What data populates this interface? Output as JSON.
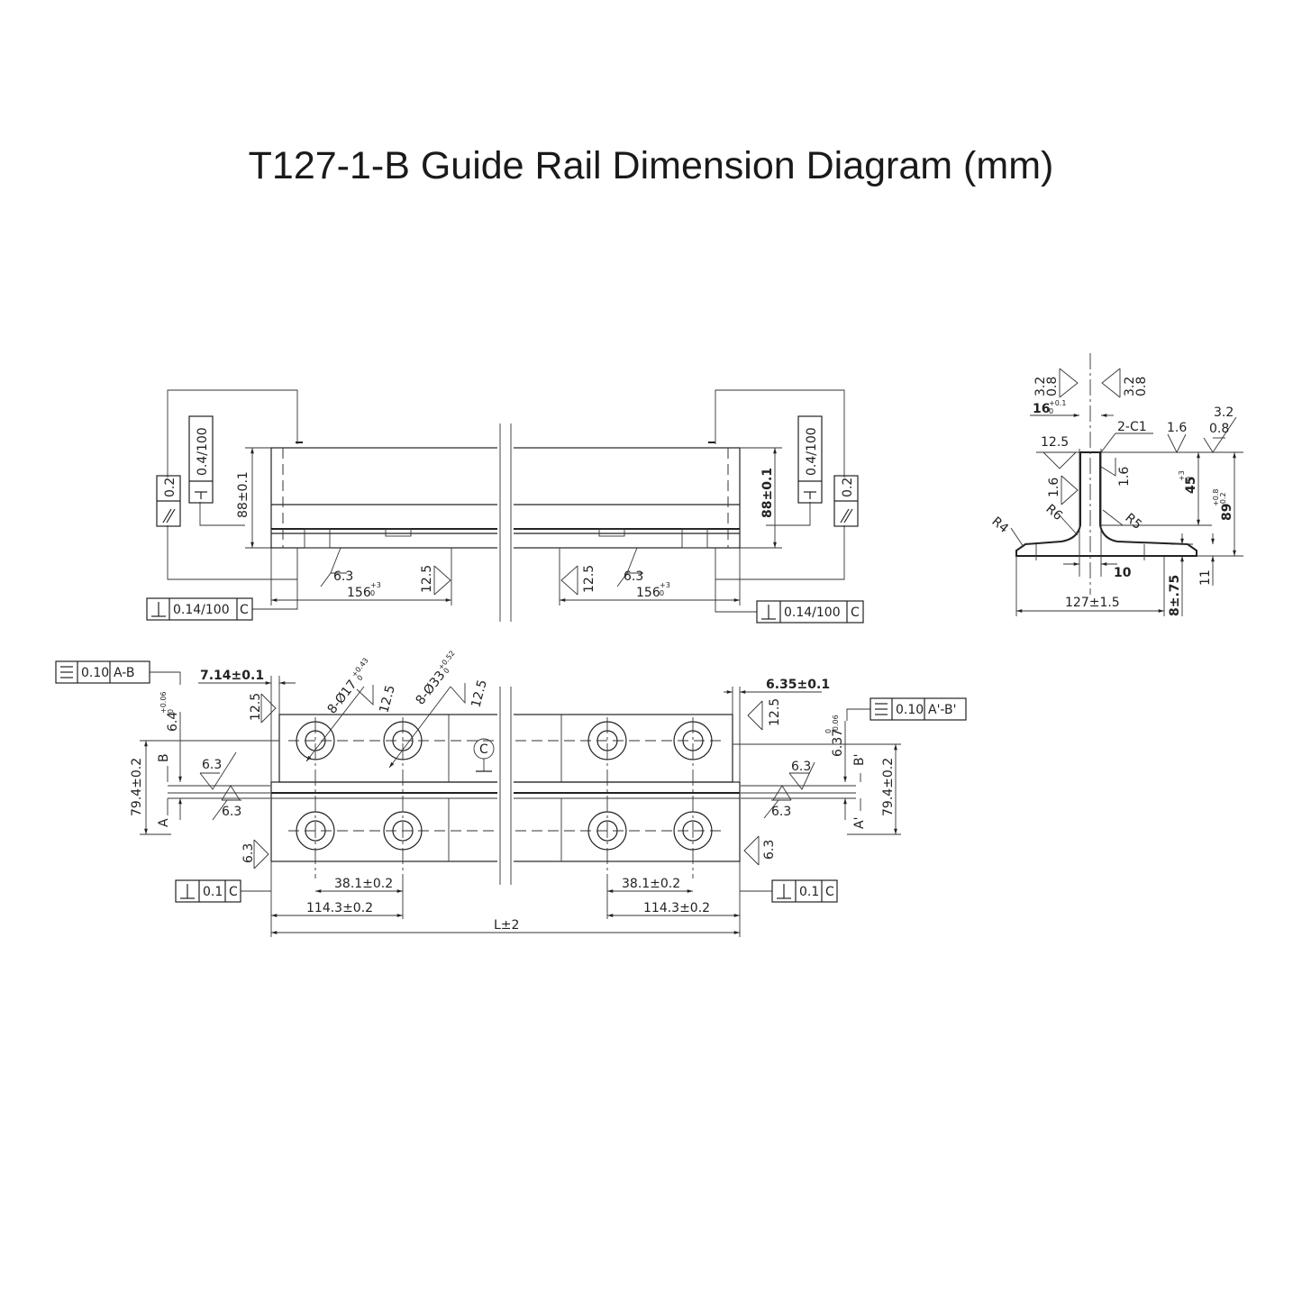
{
  "title": "T127-1-B Guide Rail Dimension Diagram (mm)",
  "top_view": {
    "left_parallelism_value": "0.2",
    "left_perpendicular_value": "0.4/100",
    "left_height": "88±0.1",
    "right_height": "88±0.1",
    "right_perpendicular_value": "0.4/100",
    "right_parallelism_value": "0.2",
    "left_roughness_a": "6.3",
    "left_roughness_b": "12.5",
    "right_roughness_a": "12.5",
    "right_roughness_b": "6.3",
    "left_length": "156",
    "right_length": "156",
    "length_tol_upper": "+3",
    "length_tol_lower": "0",
    "left_frame_value": "0.14/100",
    "left_frame_datum": "C",
    "right_frame_value": "0.14/100",
    "right_frame_datum": "C"
  },
  "section_view": {
    "roughness_top_left_a": "3.2",
    "roughness_top_left_b": "0.8",
    "roughness_top_right_a": "3.2",
    "roughness_top_right_b": "0.8",
    "blade_width": "16",
    "blade_width_tol_upper": "+0.1",
    "blade_width_tol_lower": "0",
    "chamfer": "2-C1",
    "roughness_16": "1.6",
    "roughness_far_a": "3.2",
    "roughness_far_b": "0.8",
    "roughness_125": "12.5",
    "roughness_blade": "1.6",
    "roughness_left_16": "1.6",
    "blade_height": "45",
    "blade_height_tol_upper": "+3",
    "blade_height_tol_lower": "0",
    "total_height": "89",
    "total_height_tol_upper": "+0.8",
    "total_height_tol_lower": "-0.2",
    "radius_4": "R4",
    "radius_6": "R6",
    "radius_5": "R5",
    "web_thickness": "10",
    "foot_width": "127±1.5",
    "foot_thickness": "8±.75",
    "foot_height": "11"
  },
  "bottom_view": {
    "sym_left_value": "0.10",
    "sym_left_datum": "A-B",
    "sym_right_value": "0.10",
    "sym_right_datum": "A'-B'",
    "left_offset": "7.14±0.1",
    "right_offset": "6.35±0.1",
    "roughness_left_end": "12.5",
    "roughness_right_end": "12.5",
    "hole_small": "8-Ø17",
    "hole_small_tol_upper": "+0.43",
    "hole_small_tol_lower": "0",
    "hole_large": "8-Ø33",
    "hole_large_tol_upper": "+0.52",
    "hole_large_tol_lower": "0",
    "roughness_hole_small": "12.5",
    "roughness_hole_large": "12.5",
    "datum_c": "C",
    "left_depth": "6.4",
    "left_depth_tol_upper": "+0.06",
    "left_depth_tol_lower": "0",
    "right_depth": "6.37",
    "right_depth_tol_upper": "0",
    "right_depth_tol_lower": "-0.06",
    "datum_b": "B",
    "datum_a": "A",
    "datum_b_prime": "B'",
    "datum_a_prime": "A'",
    "left_width": "79.4±0.2",
    "right_width": "79.4±0.2",
    "roughness_l1": "6.3",
    "roughness_l2": "6.3",
    "roughness_r1": "6.3",
    "roughness_r2": "6.3",
    "roughness_bottom_left": "6.3",
    "roughness_bottom_right": "6.3",
    "perp_left_value": "0.1",
    "perp_left_datum": "C",
    "perp_right_value": "0.1",
    "perp_right_datum": "C",
    "pitch_left": "38.1±0.2",
    "pitch_right": "38.1±0.2",
    "span_left": "114.3±0.2",
    "span_right": "114.3±0.2",
    "total_length": "L±2"
  }
}
